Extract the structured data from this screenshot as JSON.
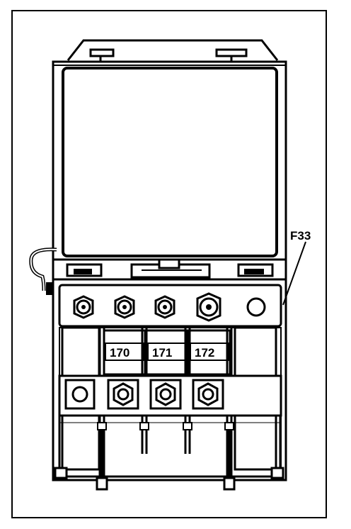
{
  "diagram": {
    "callout_label": "F33",
    "fuse_labels": [
      "170",
      "171",
      "172"
    ],
    "colors": {
      "ink": "#000000",
      "paper": "#ffffff"
    }
  }
}
